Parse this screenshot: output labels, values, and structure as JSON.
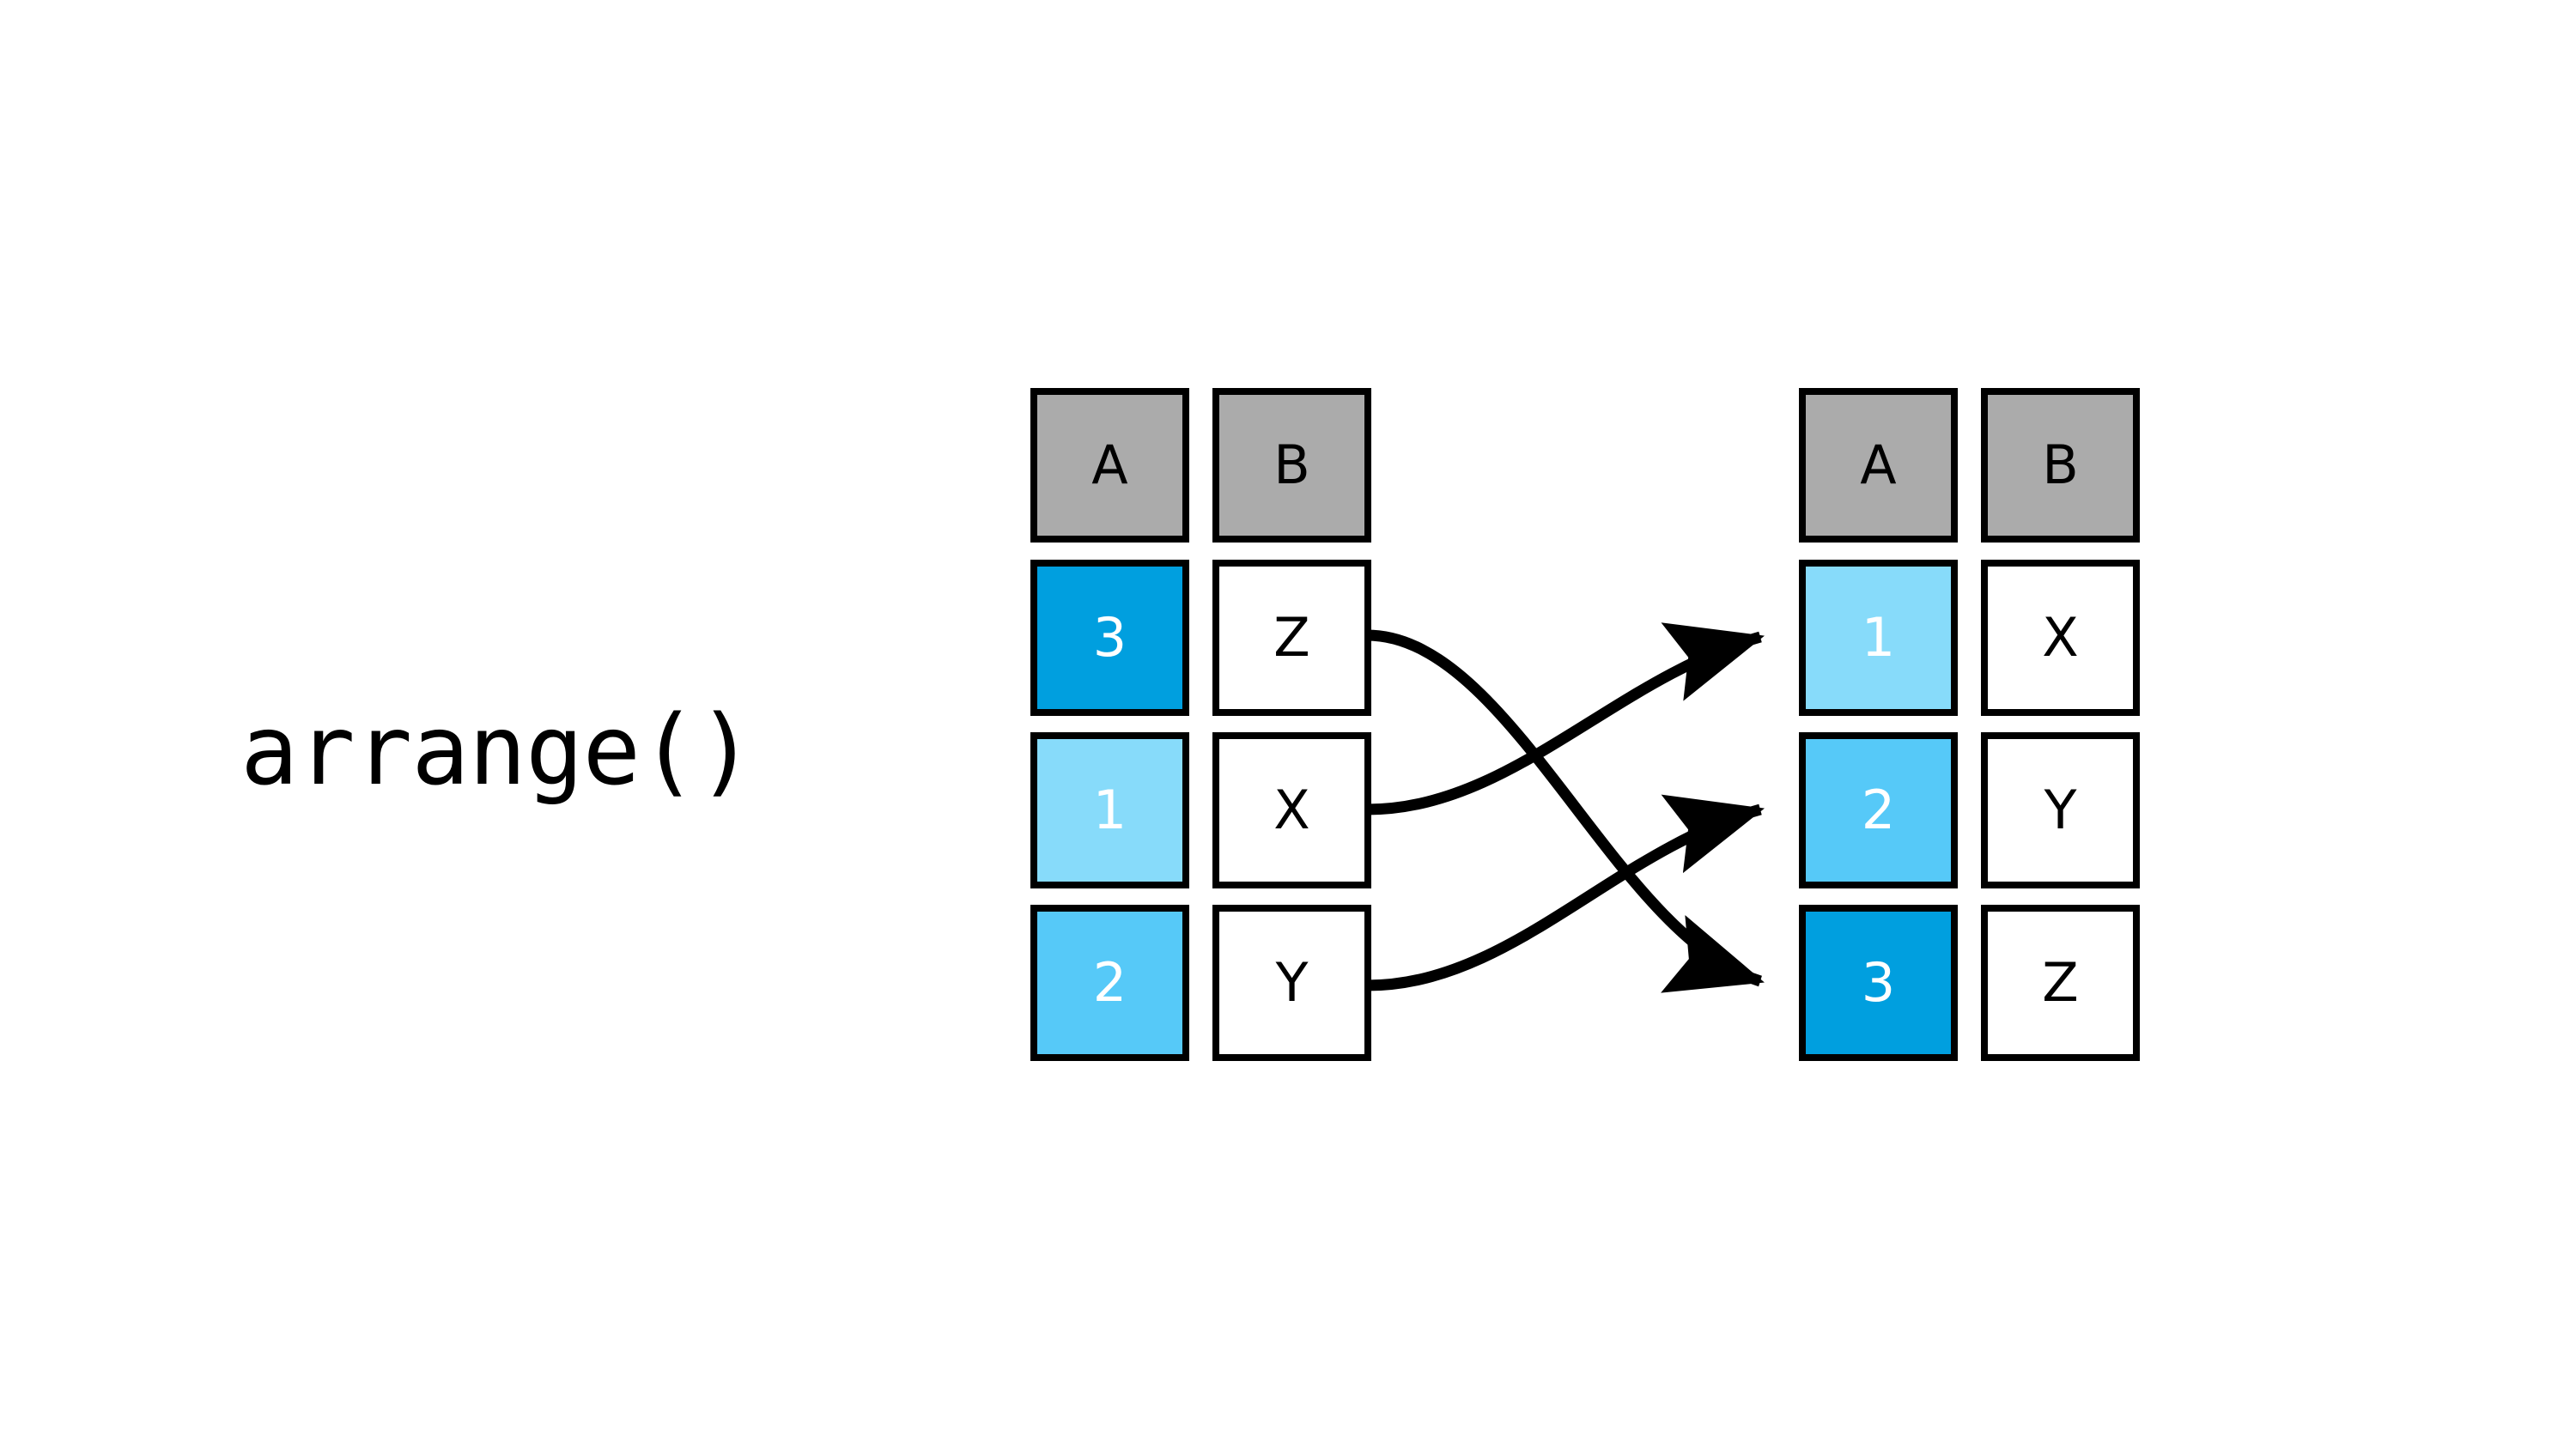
{
  "label": {
    "text": "arrange()"
  },
  "colors": {
    "header_gray": "#ababab",
    "value_1_blue": "#87dbfa",
    "value_2_blue": "#56c9f8",
    "value_3_blue": "#009fdf",
    "border": "#000000",
    "cell_background": "#ffffff",
    "page_background": "#ffffff",
    "arrow": "#000000",
    "value_text": "#ffffff",
    "header_text": "#000000"
  },
  "tables": {
    "input": {
      "name": "input-table",
      "headers": [
        "A",
        "B"
      ],
      "rows": [
        {
          "A": "3",
          "B": "Z",
          "fill": "#009fdf"
        },
        {
          "A": "1",
          "B": "X",
          "fill": "#87dbfa"
        },
        {
          "A": "2",
          "B": "Y",
          "fill": "#56c9f8"
        }
      ]
    },
    "output": {
      "name": "output-table",
      "headers": [
        "A",
        "B"
      ],
      "rows": [
        {
          "A": "1",
          "B": "X",
          "fill": "#87dbfa"
        },
        {
          "A": "2",
          "B": "Y",
          "fill": "#56c9f8"
        },
        {
          "A": "3",
          "B": "Z",
          "fill": "#009fdf"
        }
      ]
    }
  },
  "mappings": [
    {
      "from_row": 1,
      "from_value": "Z",
      "to_row": 3,
      "to_value": "Z"
    },
    {
      "from_row": 2,
      "from_value": "X",
      "to_row": 1,
      "to_value": "X"
    },
    {
      "from_row": 3,
      "from_value": "Y",
      "to_row": 2,
      "to_value": "Y"
    }
  ]
}
